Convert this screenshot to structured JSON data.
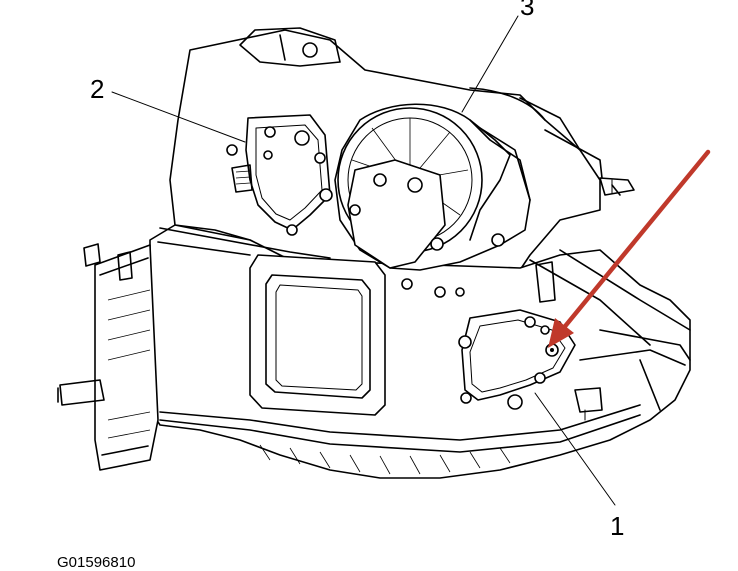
{
  "figure_id": "G01596810",
  "callouts": [
    {
      "label": "1"
    },
    {
      "label": "2"
    },
    {
      "label": "3"
    }
  ],
  "colors": {
    "line": "#000000",
    "background": "#ffffff",
    "arrow": "#c0392b"
  }
}
